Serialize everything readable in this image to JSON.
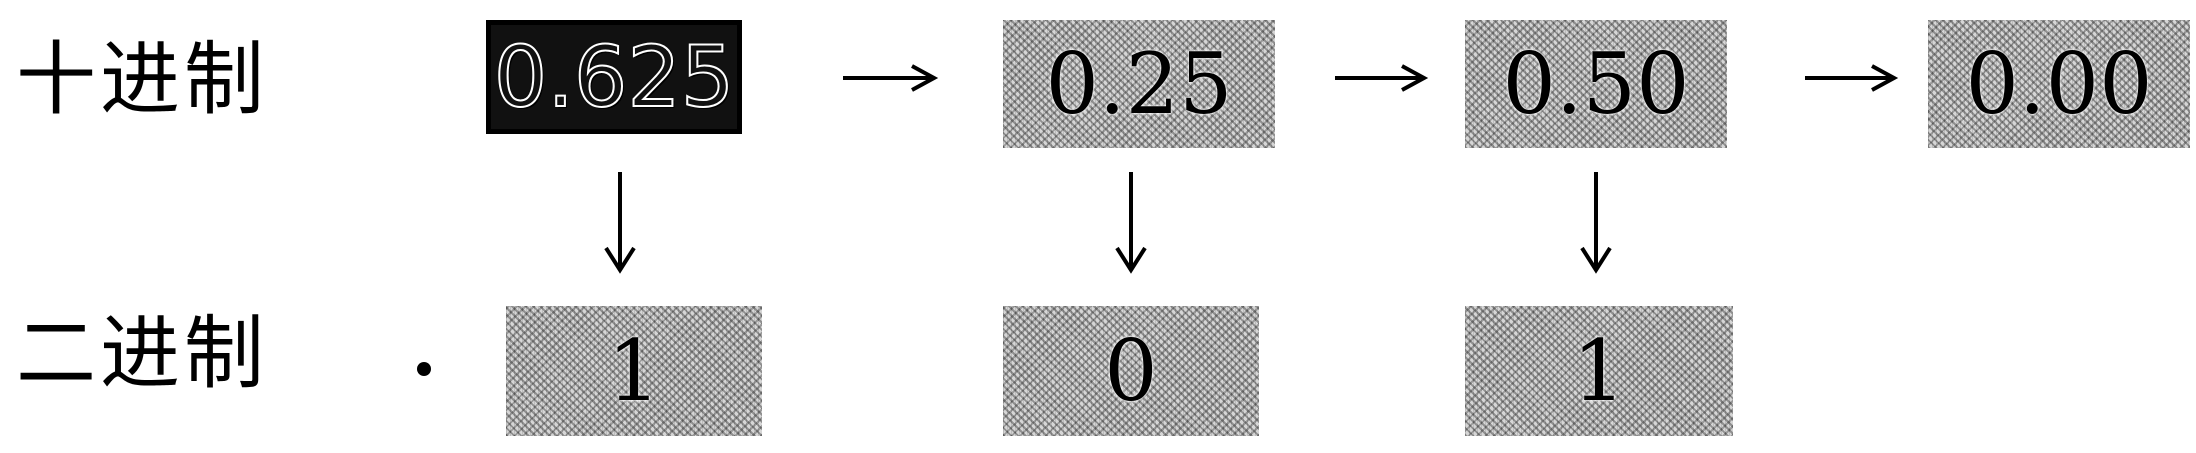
{
  "labels": {
    "decimal": "十进制",
    "binary": "二进制"
  },
  "decimal_values": [
    "0.625",
    "0.25",
    "0.50",
    "0.00"
  ],
  "binary_digits": [
    "1",
    "0",
    "1"
  ],
  "colors": {
    "ink": "#000000",
    "box_fill": "#d6d6d6",
    "highlight_fill": "#111111"
  }
}
